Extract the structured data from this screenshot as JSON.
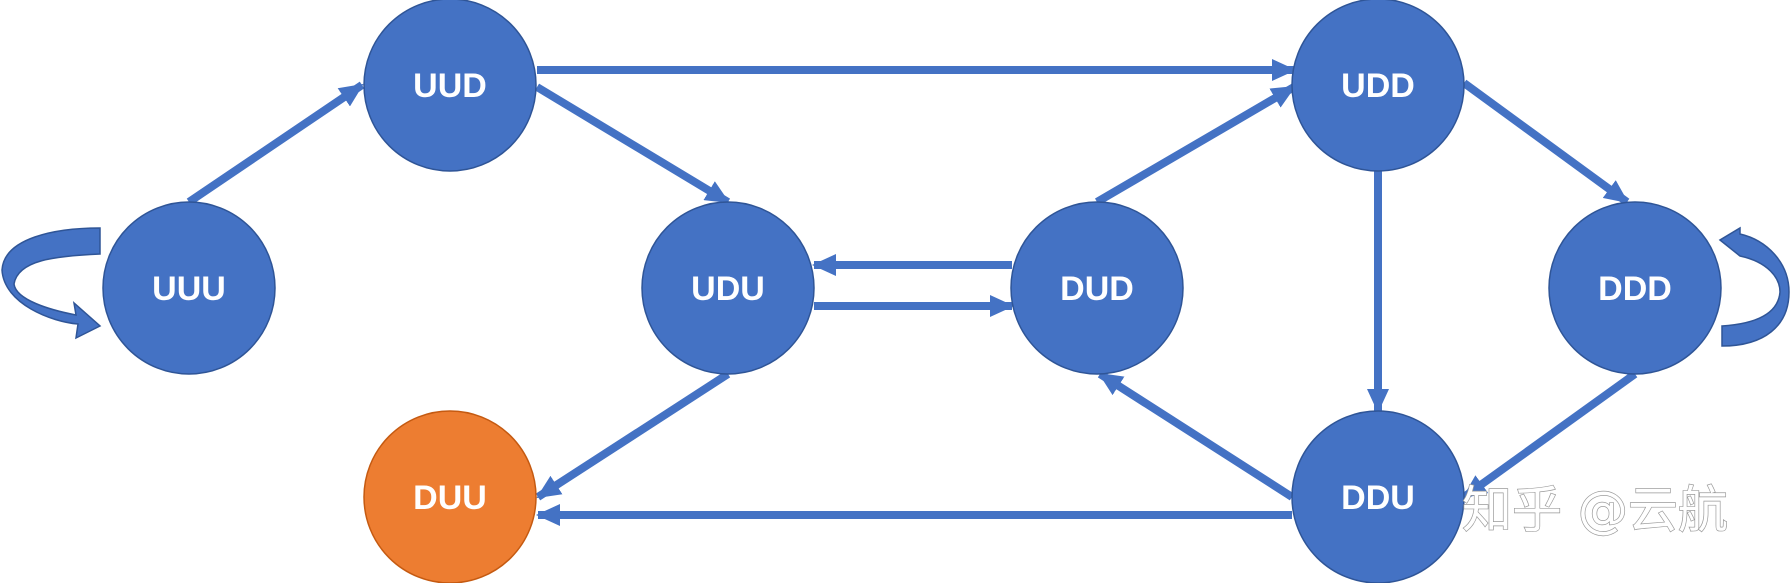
{
  "diagram": {
    "colors": {
      "node_fill": "#4472C4",
      "node_stroke": "#2F5597",
      "terminal_fill": "#ED7D31",
      "terminal_stroke": "#C55A11",
      "edge": "#4472C4",
      "label": "#FFFFFF"
    },
    "nodes": [
      {
        "id": "UUU",
        "label": "UUU"
      },
      {
        "id": "UUD",
        "label": "UUD"
      },
      {
        "id": "UDU",
        "label": "UDU"
      },
      {
        "id": "DUU",
        "label": "DUU"
      },
      {
        "id": "DUD",
        "label": "DUD"
      },
      {
        "id": "UDD",
        "label": "UDD"
      },
      {
        "id": "DDU",
        "label": "DDU"
      },
      {
        "id": "DDD",
        "label": "DDD"
      }
    ],
    "edges": [
      {
        "from": "UUU",
        "to": "UUD"
      },
      {
        "from": "UUD",
        "to": "UDD"
      },
      {
        "from": "UUD",
        "to": "UDU"
      },
      {
        "from": "UDU",
        "to": "DUD"
      },
      {
        "from": "DUD",
        "to": "UDU"
      },
      {
        "from": "UDU",
        "to": "DUU"
      },
      {
        "from": "DUD",
        "to": "UDD"
      },
      {
        "from": "UDD",
        "to": "DDD"
      },
      {
        "from": "UDD",
        "to": "DDU"
      },
      {
        "from": "DDU",
        "to": "DUD"
      },
      {
        "from": "DDD",
        "to": "DDU"
      },
      {
        "from": "DDU",
        "to": "DUU"
      },
      {
        "from": "UUU",
        "to": "UUU",
        "self_loop": true
      },
      {
        "from": "DDD",
        "to": "DDD",
        "self_loop": true
      }
    ]
  },
  "watermark": {
    "text": "知乎 @云航"
  }
}
